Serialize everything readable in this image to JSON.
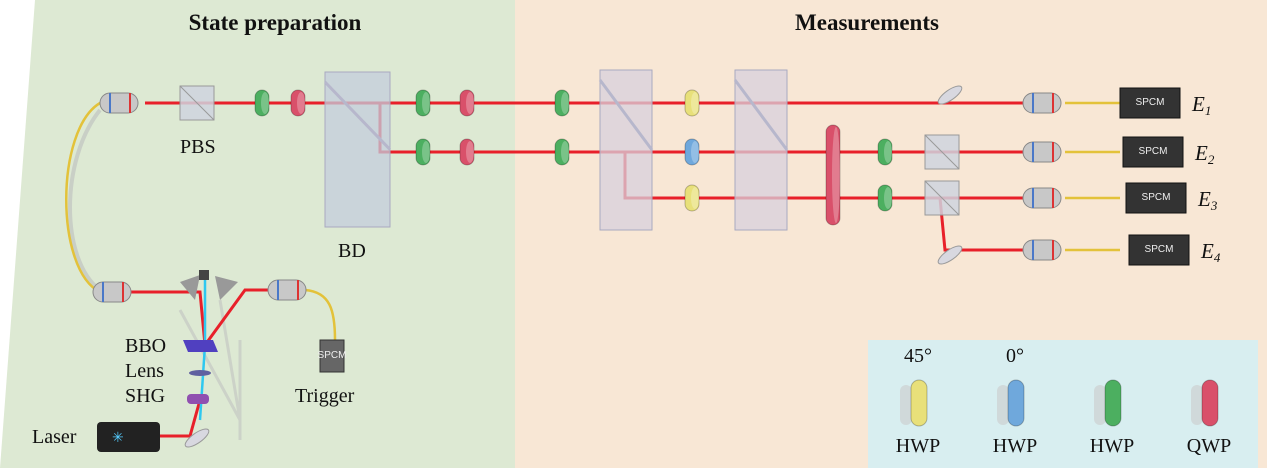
{
  "sections": {
    "left_title": "State preparation",
    "right_title": "Measurements"
  },
  "labels": {
    "pbs": "PBS",
    "bd": "BD",
    "bbo": "BBO",
    "lens": "Lens",
    "shg": "SHG",
    "laser": "Laser",
    "trigger": "Trigger"
  },
  "detectors": [
    {
      "box": "SPCM",
      "name": "E",
      "sub": "1"
    },
    {
      "box": "SPCM",
      "name": "E",
      "sub": "2"
    },
    {
      "box": "SPCM",
      "name": "E",
      "sub": "3"
    },
    {
      "box": "SPCM",
      "name": "E",
      "sub": "4"
    }
  ],
  "trigger_box": "SPCM",
  "legend": [
    {
      "angle": "45°",
      "label": "HWP",
      "color": "#e8e07a"
    },
    {
      "angle": "0°",
      "label": "HWP",
      "color": "#6fa8dc"
    },
    {
      "angle": "",
      "label": "HWP",
      "color": "#4caf60"
    },
    {
      "angle": "",
      "label": "QWP",
      "color": "#d9506a"
    }
  ],
  "colors": {
    "beam": "#e8202a",
    "pump": "#2ec8f0",
    "fiber": "#e3c23a",
    "left_bg": "#dde9d3",
    "right_bg": "#f8e7d5",
    "legend_bg": "#d8eef0"
  }
}
